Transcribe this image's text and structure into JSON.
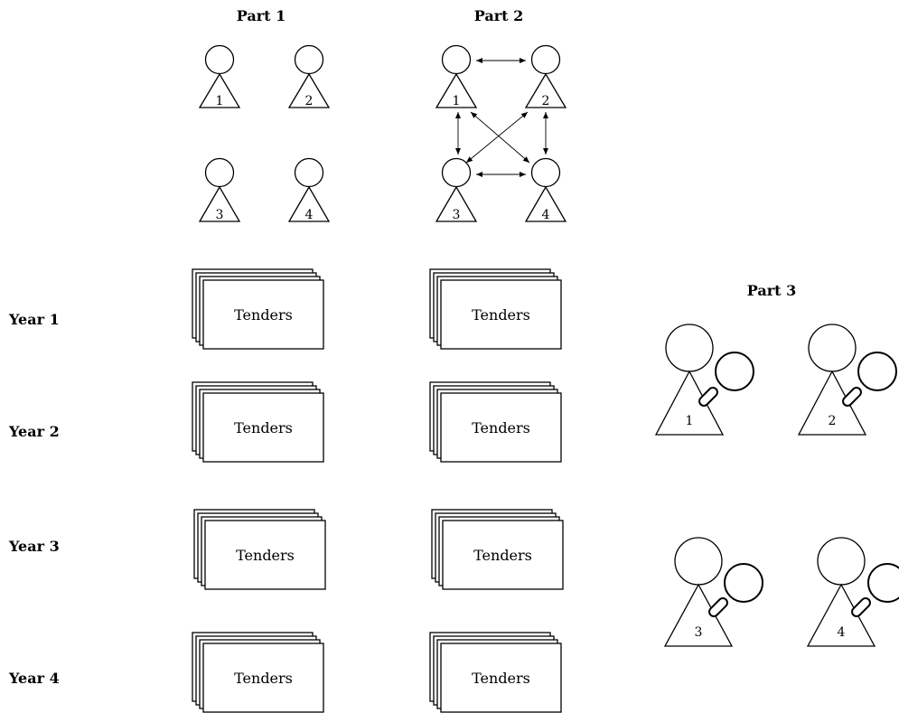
{
  "headers": {
    "part1": "Part 1",
    "part2": "Part 2",
    "part3": "Part 3"
  },
  "years": [
    "Year 1",
    "Year 2",
    "Year 3",
    "Year 4"
  ],
  "tender_label": "Tenders",
  "agent_numbers": [
    "1",
    "2",
    "3",
    "4"
  ]
}
